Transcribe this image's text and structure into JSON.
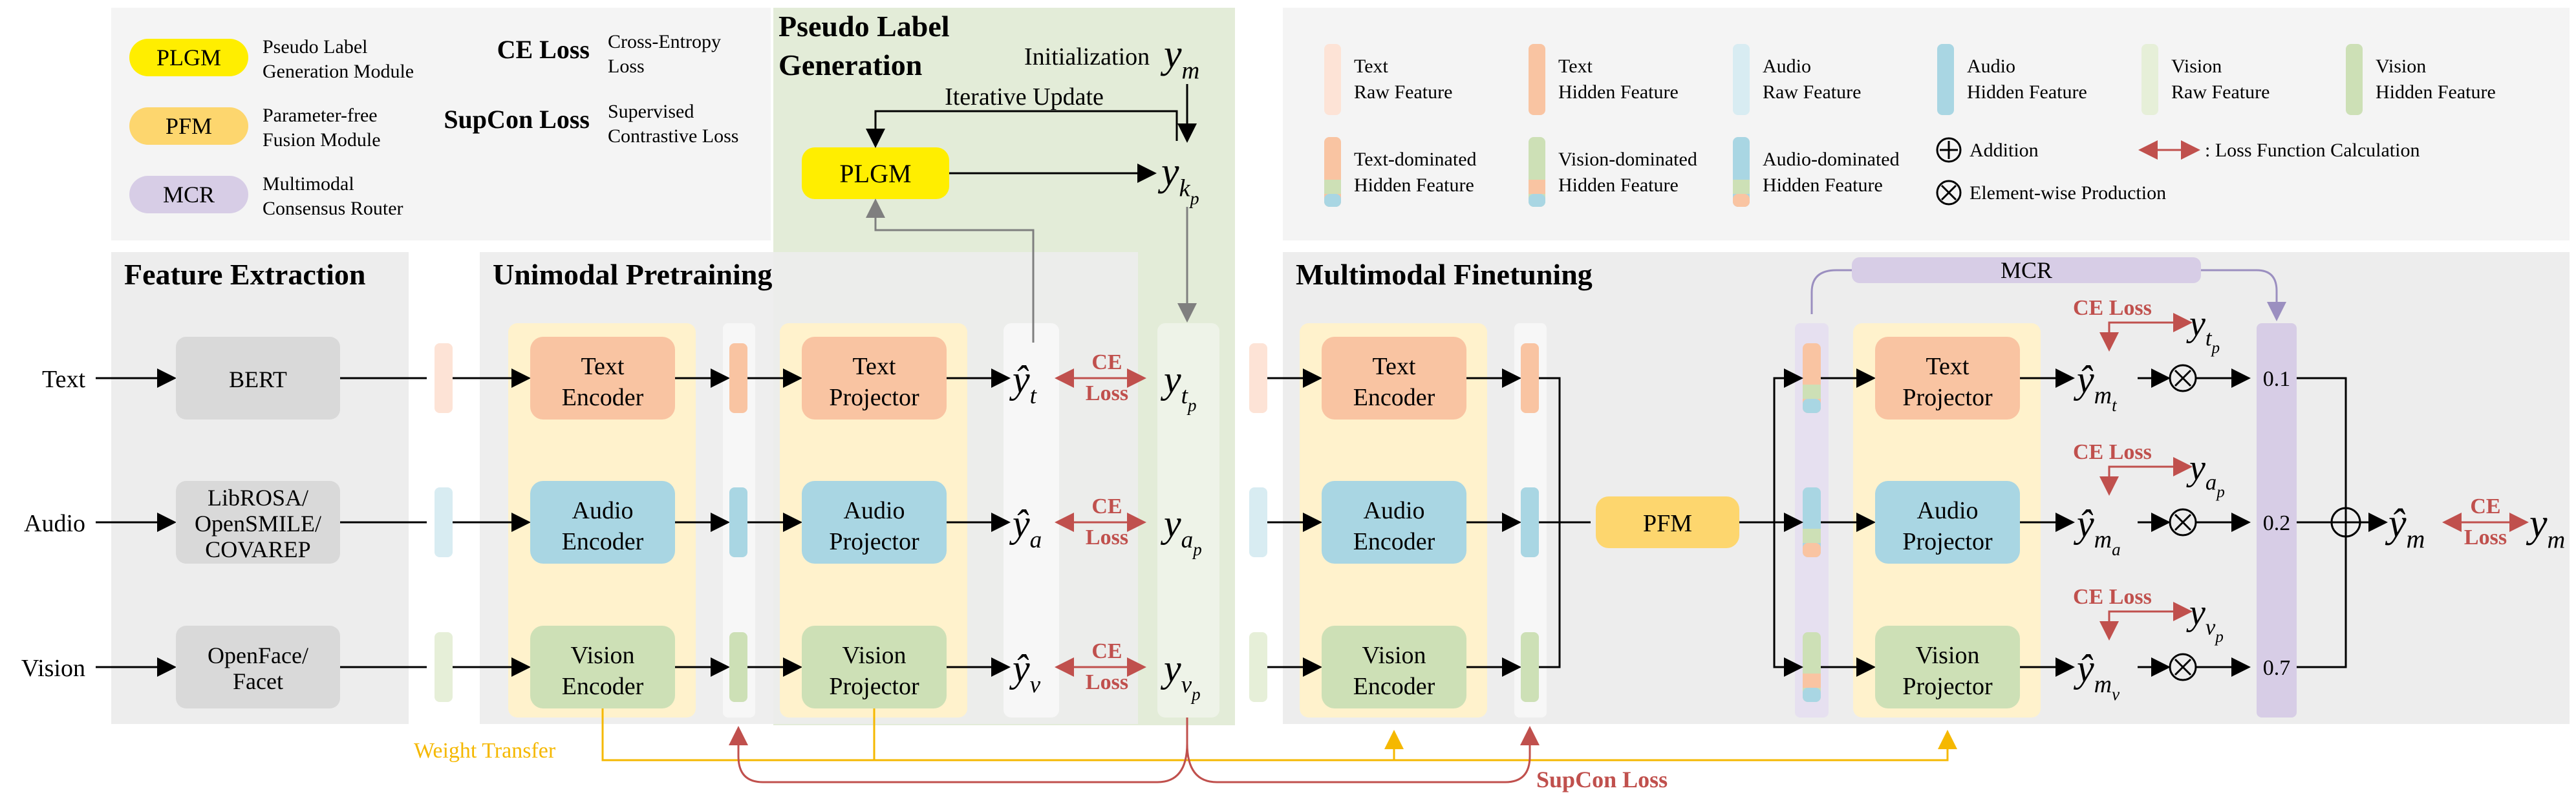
{
  "legend_left": {
    "items": [
      {
        "badge": "PLGM",
        "badge_color": "#ffee00",
        "desc": [
          "Pseudo Label",
          "Generation Module"
        ]
      },
      {
        "badge": "PFM",
        "badge_color": "#fdd66e",
        "desc": [
          "Parameter-free",
          "Fusion Module"
        ]
      },
      {
        "badge": "MCR",
        "badge_color": "#d7cde6",
        "desc": [
          "Multimodal",
          "Consensus Router"
        ]
      }
    ],
    "losses": [
      {
        "name": "CE Loss",
        "desc": [
          "Cross-Entropy",
          "Loss"
        ]
      },
      {
        "name": "SupCon Loss",
        "desc": [
          "Supervised",
          "Contrastive Loss"
        ]
      }
    ]
  },
  "legend_right": {
    "features": [
      {
        "label": [
          "Text",
          "Raw Feature"
        ],
        "color": "#fde3d6"
      },
      {
        "label": [
          "Text",
          "Hidden Feature"
        ],
        "color": "#f9c4a2"
      },
      {
        "label": [
          "Audio",
          "Raw Feature"
        ],
        "color": "#d8ecf2"
      },
      {
        "label": [
          "Audio",
          "Hidden Feature"
        ],
        "color": "#a9d6e3"
      },
      {
        "label": [
          "Vision",
          "Raw Feature"
        ],
        "color": "#e6efd8"
      },
      {
        "label": [
          "Vision",
          "Hidden Feature"
        ],
        "color": "#cde0b6"
      }
    ],
    "dominated": [
      {
        "label": [
          "Text-dominated",
          "Hidden Feature"
        ],
        "colors": [
          "#f9c4a2",
          "#cde0b6",
          "#a9d6e3"
        ]
      },
      {
        "label": [
          "Vision-dominated",
          "Hidden Feature"
        ],
        "colors": [
          "#cde0b6",
          "#f9c4a2",
          "#a9d6e3"
        ]
      },
      {
        "label": [
          "Audio-dominated",
          "Hidden Feature"
        ],
        "colors": [
          "#a9d6e3",
          "#cde0b6",
          "#f9c4a2"
        ]
      }
    ],
    "addition": "Addition",
    "element_wise": "Element-wise Production",
    "loss_calc": ": Loss Function Calculation"
  },
  "sections": {
    "feature_extraction": "Feature Extraction",
    "unimodal_pretraining": "Unimodal Pretraining",
    "pseudo_label_generation": [
      "Pseudo Label",
      "Generation"
    ],
    "multimodal_finetuning": "Multimodal Finetuning"
  },
  "rows": [
    "Text",
    "Audio",
    "Vision"
  ],
  "extractors": [
    [
      "BERT"
    ],
    [
      "LibROSA/",
      "OpenSMILE/",
      "COVAREP"
    ],
    [
      "OpenFace/",
      "Facet"
    ]
  ],
  "encoders": [
    [
      "Text",
      "Encoder"
    ],
    [
      "Audio",
      "Encoder"
    ],
    [
      "Vision",
      "Encoder"
    ]
  ],
  "projectors": [
    [
      "Text",
      "Projector"
    ],
    [
      "Audio",
      "Projector"
    ],
    [
      "Vision",
      "Projector"
    ]
  ],
  "plgm": {
    "label": "PLGM",
    "initialization": "Initialization",
    "iterative_update": "Iterative Update",
    "y_m": "y",
    "y_m_sub": "m",
    "y_kp": "y",
    "y_kp_sub": "k",
    "y_kp_subsub": "p"
  },
  "unimodal_outputs": [
    {
      "hat": "ŷ",
      "sub": "t",
      "label_y": "y",
      "label_sub": "t",
      "label_subsub": "p"
    },
    {
      "hat": "ŷ",
      "sub": "a",
      "label_y": "y",
      "label_sub": "a",
      "label_subsub": "p"
    },
    {
      "hat": "ŷ",
      "sub": "v",
      "label_y": "y",
      "label_sub": "v",
      "label_subsub": "p"
    }
  ],
  "ce_loss": [
    "CE",
    "Loss"
  ],
  "ce_loss_inline": "CE Loss",
  "pfm": "PFM",
  "mcr": "MCR",
  "multimodal_outputs": [
    {
      "hat": "ŷ",
      "sub": "m",
      "subsub": "t",
      "weight": "0.1",
      "label_y": "y",
      "label_sub": "t",
      "label_subsub": "p"
    },
    {
      "hat": "ŷ",
      "sub": "m",
      "subsub": "a",
      "weight": "0.2",
      "label_y": "y",
      "label_sub": "a",
      "label_subsub": "p"
    },
    {
      "hat": "ŷ",
      "sub": "m",
      "subsub": "v",
      "weight": "0.7",
      "label_y": "y",
      "label_sub": "v",
      "label_subsub": "p"
    }
  ],
  "final": {
    "hat": "ŷ",
    "sub": "m",
    "label_y": "y",
    "label_sub": "m"
  },
  "weight_transfer": "Weight Transfer",
  "supcon_loss": "SupCon Loss",
  "colors": {
    "text_hidden": "#f9c4a2",
    "audio_hidden": "#a9d6e3",
    "vision_hidden": "#cde0b6",
    "loss_red": "#c0504d",
    "transfer_gold": "#f5b800",
    "panel_yellow": "#fff2cc",
    "plg_green": "#e3ecd8"
  }
}
